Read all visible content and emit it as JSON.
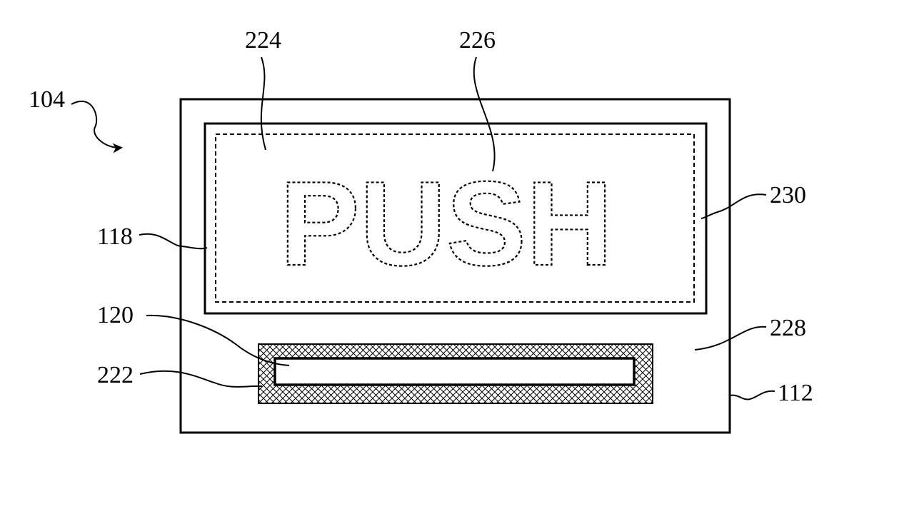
{
  "figure": {
    "sign_text": "PUSH",
    "labels": {
      "device": "104",
      "housing": "112",
      "display": "118",
      "slot": "120",
      "slot_border": "222",
      "text_region": "224",
      "text_outline": "226",
      "face": "228",
      "display_edge": "230"
    }
  }
}
